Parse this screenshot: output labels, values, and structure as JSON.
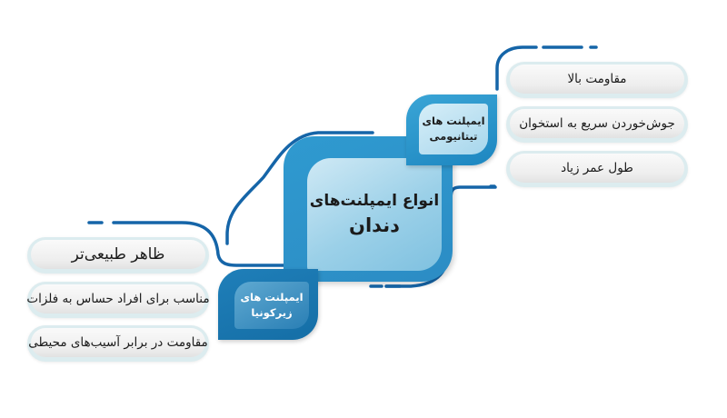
{
  "diagram": {
    "type": "mind-map",
    "colors": {
      "line": "#1565a8",
      "branch_dark": "#156ea6",
      "branch_light": "#3aa5d6",
      "center_fill": "#9bd0e8",
      "pill_border": "#dcecef",
      "pill_fill": "#eeeeee",
      "text": "#1b1b1b"
    },
    "center": {
      "title": "انواع ایمپلنت‌های",
      "subtitle": "دندان"
    },
    "branches": [
      {
        "id": "titanium",
        "line1": "ایمپلنت های",
        "line2": "تیتانیومی",
        "features": [
          "مقاومت بالا",
          "جوش‌خوردن سریع به استخوان",
          "طول عمر زیاد"
        ]
      },
      {
        "id": "zirconia",
        "line1": "ایمپلنت های",
        "line2": "زیرکونیا",
        "features": [
          "ظاهر طبیعی‌تر",
          "مناسب برای افراد حساس به فلزات",
          "مقاومت در برابر آسیب‌های محیطی"
        ]
      }
    ]
  }
}
